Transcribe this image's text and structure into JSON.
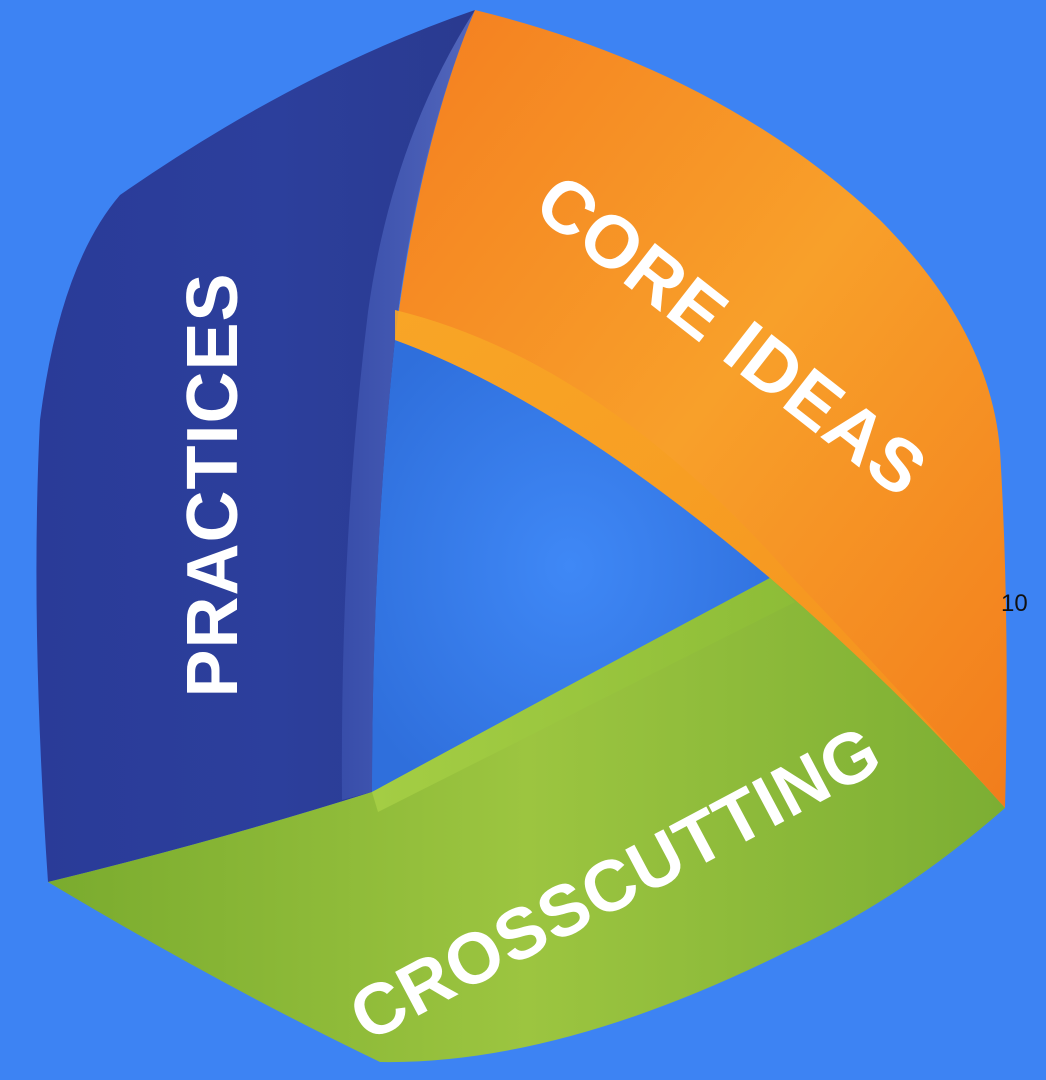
{
  "diagram": {
    "bands": [
      {
        "id": "practices",
        "label": "PRACTICES",
        "color": "#2c3c96"
      },
      {
        "id": "core-ideas",
        "label": "CORE IDEAS",
        "color": "#f4861e"
      },
      {
        "id": "crosscutting",
        "label": "CROSSCUTTING",
        "color": "#88b83a"
      }
    ]
  },
  "page_number": "10",
  "colors": {
    "background": "#3d83f3",
    "practices": "#2c3c96",
    "core_ideas": "#f4861e",
    "crosscutting": "#88b83a",
    "label_text": "#ffffff"
  }
}
